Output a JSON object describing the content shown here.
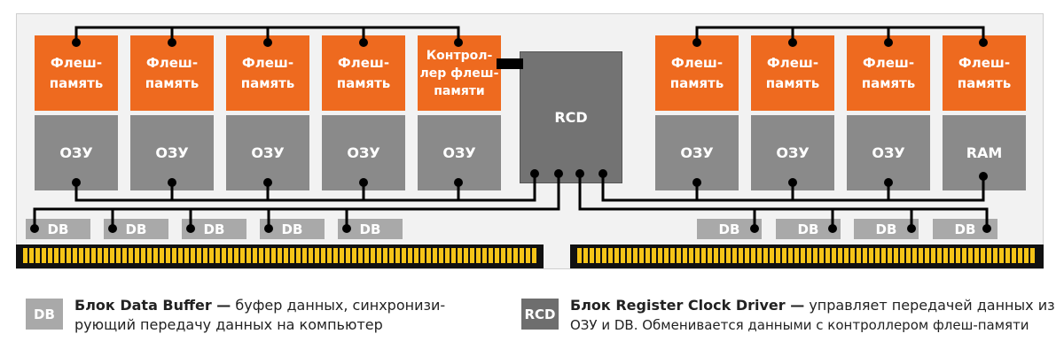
{
  "module": {
    "flash_label": "Флеш-\nпамять",
    "controller_label": "Контрол-\nлер флеш-\nпамяти",
    "ozu_label": "ОЗУ",
    "ram_label": "RAM",
    "rcd_label": "RCD",
    "db_label": "DB"
  },
  "legend": {
    "db": {
      "badge": "DB",
      "title": "Блок Data Buffer —",
      "text_line1": " буфер данных, синхронизи-",
      "text_line2": "рующий передачу данных на компьютер"
    },
    "rcd": {
      "badge": "RCD",
      "title": "Блок Register Clock Driver —",
      "text_line1": " управляет передачей данных из",
      "text_line2": "ОЗУ и DB. Обменивается данными с контроллером флеш-памяти"
    }
  },
  "colors": {
    "flash": "#ee6a1f",
    "ozu": "#8a8a8a",
    "rcd": "#737373",
    "db": "#a9a9a9",
    "contacts": "#f5c418"
  }
}
